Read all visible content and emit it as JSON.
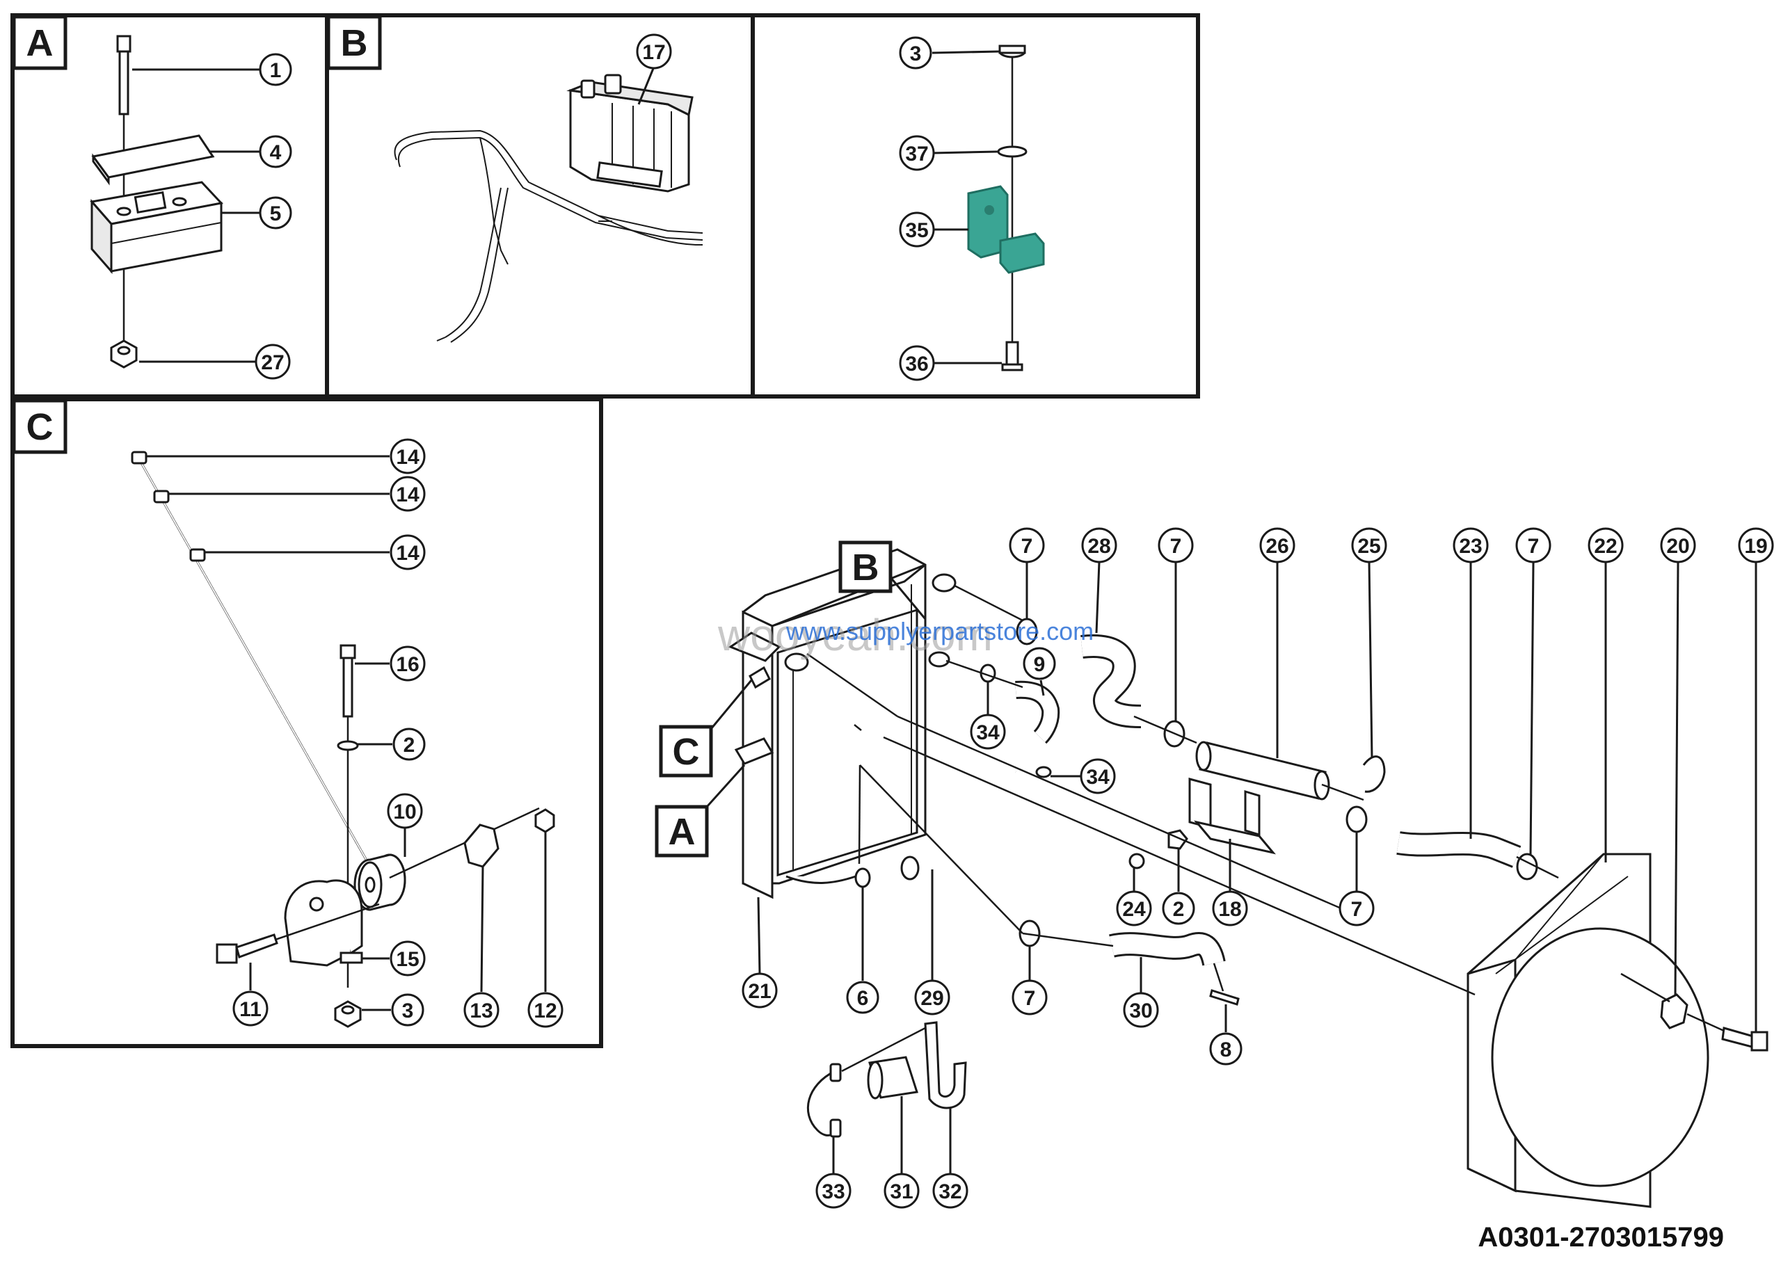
{
  "panels": {
    "a": {
      "label": "A"
    },
    "b": {
      "label": "B"
    },
    "c": {
      "label": "C"
    }
  },
  "view_refs": {
    "a": "A",
    "b": "B",
    "c": "C"
  },
  "callouts": {
    "a_1": "1",
    "a_4": "4",
    "a_5": "5",
    "a_27": "27",
    "b_17": "17",
    "d_3": "3",
    "d_37": "37",
    "d_35": "35",
    "d_36": "36",
    "c_14a": "14",
    "c_14b": "14",
    "c_14c": "14",
    "c_16": "16",
    "c_2": "2",
    "c_10": "10",
    "c_15": "15",
    "c_11": "11",
    "c_3": "3",
    "c_13": "13",
    "c_12": "12",
    "m_7a": "7",
    "m_28": "28",
    "m_7b": "7",
    "m_26": "26",
    "m_25": "25",
    "m_23": "23",
    "m_7c": "7",
    "m_22": "22",
    "m_20": "20",
    "m_19": "19",
    "m_9": "9",
    "m_34a": "34",
    "m_34b": "34",
    "m_24": "24",
    "m_2": "2",
    "m_18": "18",
    "m_7d": "7",
    "m_21": "21",
    "m_6": "6",
    "m_29": "29",
    "m_7e": "7",
    "m_30": "30",
    "m_8": "8",
    "m_33": "33",
    "m_31": "31",
    "m_32": "32"
  },
  "watermark": {
    "main": "wooyeah.com",
    "sub": "www.supplyerpartstore.com"
  },
  "drawing_number": "A0301-2703015799",
  "colors": {
    "line": "#1a1a1a",
    "highlight_part": "#3aa594",
    "watermark_link": "#2a6fd6"
  }
}
